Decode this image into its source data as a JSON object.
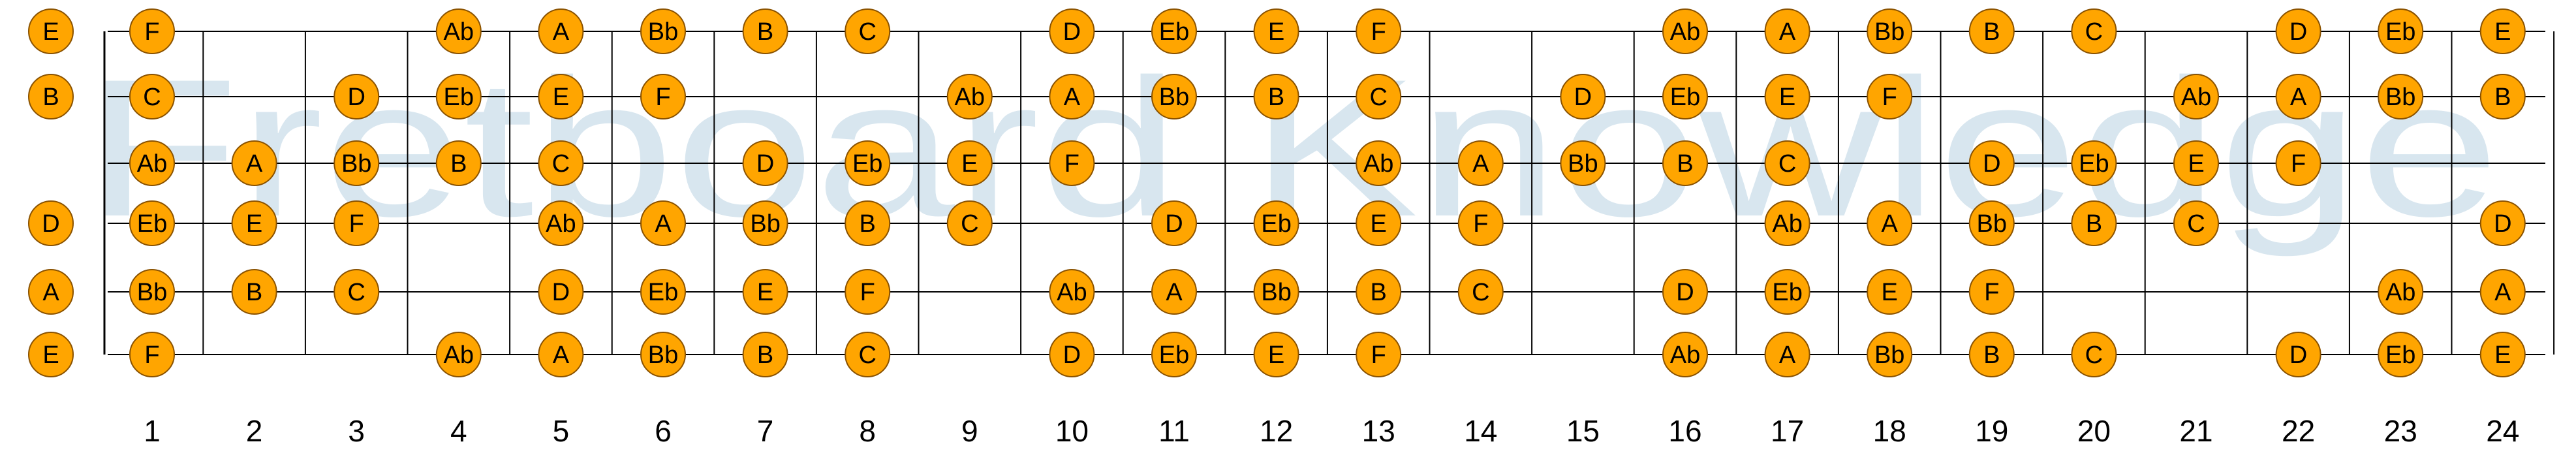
{
  "watermark": "Fretboard Knowledge",
  "colors": {
    "note_fill": "#FFA500",
    "note_stroke": "#8a5200",
    "line": "#000000",
    "watermark": "#d8e6ef",
    "text": "#000000"
  },
  "fret_numbers": [
    "1",
    "2",
    "3",
    "4",
    "5",
    "6",
    "7",
    "8",
    "9",
    "10",
    "11",
    "12",
    "13",
    "14",
    "15",
    "16",
    "17",
    "18",
    "19",
    "20",
    "21",
    "22",
    "23",
    "24"
  ],
  "strings": [
    {
      "open": "E",
      "notes": [
        "F",
        "",
        "",
        "Ab",
        "A",
        "Bb",
        "B",
        "C",
        "",
        "D",
        "Eb",
        "E",
        "F",
        "",
        "",
        "Ab",
        "A",
        "Bb",
        "B",
        "C",
        "",
        "D",
        "Eb",
        "E"
      ]
    },
    {
      "open": "B",
      "notes": [
        "C",
        "",
        "D",
        "Eb",
        "E",
        "F",
        "",
        "",
        "Ab",
        "A",
        "Bb",
        "B",
        "C",
        "",
        "D",
        "Eb",
        "E",
        "F",
        "",
        "",
        "Ab",
        "A",
        "Bb",
        "B"
      ]
    },
    {
      "open": "",
      "notes": [
        "Ab",
        "A",
        "Bb",
        "B",
        "C",
        "",
        "D",
        "Eb",
        "E",
        "F",
        "",
        "",
        "Ab",
        "A",
        "Bb",
        "B",
        "C",
        "",
        "D",
        "Eb",
        "E",
        "F",
        "",
        ""
      ]
    },
    {
      "open": "D",
      "notes": [
        "Eb",
        "E",
        "F",
        "",
        "Ab",
        "A",
        "Bb",
        "B",
        "C",
        "",
        "D",
        "Eb",
        "E",
        "F",
        "",
        "",
        "Ab",
        "A",
        "Bb",
        "B",
        "C",
        "",
        "",
        "D"
      ]
    },
    {
      "open": "A",
      "notes": [
        "Bb",
        "B",
        "C",
        "",
        "D",
        "Eb",
        "E",
        "F",
        "",
        "Ab",
        "A",
        "Bb",
        "B",
        "C",
        "",
        "D",
        "Eb",
        "E",
        "F",
        "",
        "",
        "",
        "Ab",
        "A"
      ]
    },
    {
      "open": "E",
      "notes": [
        "F",
        "",
        "",
        "Ab",
        "A",
        "Bb",
        "B",
        "C",
        "",
        "D",
        "Eb",
        "E",
        "F",
        "",
        "",
        "Ab",
        "A",
        "Bb",
        "B",
        "C",
        "",
        "D",
        "Eb",
        "E"
      ]
    }
  ]
}
